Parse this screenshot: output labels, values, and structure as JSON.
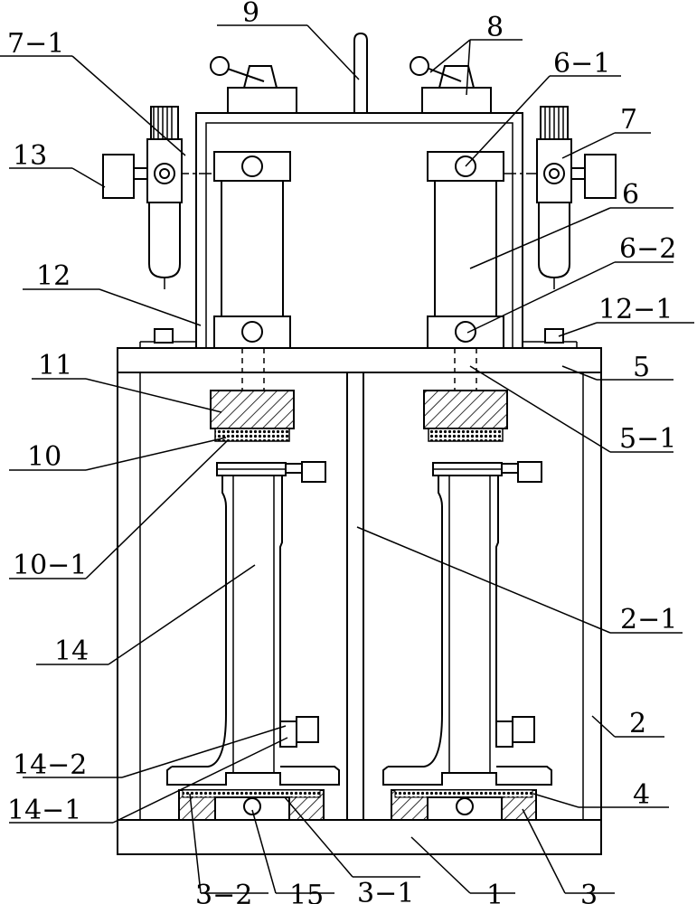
{
  "labels": {
    "l9": "9",
    "l8": "8",
    "l7_1": "7−1",
    "l6_1": "6−1",
    "l13": "13",
    "l7": "7",
    "l6": "6",
    "l12": "12",
    "l6_2": "6−2",
    "l12_1": "12−1",
    "l11": "11",
    "l5": "5",
    "l5_1": "5−1",
    "l10": "10",
    "l10_1": "10−1",
    "l2_1": "2−1",
    "l14": "14",
    "l2": "2",
    "l14_2": "14−2",
    "l14_1": "14−1",
    "l4": "4",
    "l3_2": "3−2",
    "l15": "15",
    "l3_1": "3−1",
    "l1": "1",
    "l3": "3"
  }
}
